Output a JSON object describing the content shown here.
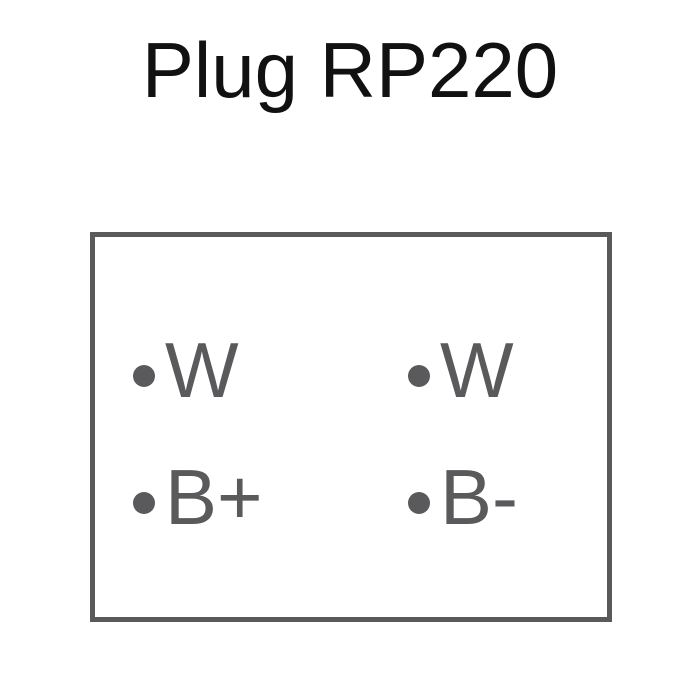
{
  "title": "Plug RP220",
  "pins": [
    {
      "label": "W"
    },
    {
      "label": "W"
    },
    {
      "label": "B+"
    },
    {
      "label": "B-"
    }
  ],
  "colors": {
    "title": "#111111",
    "outline": "#5a5a5c",
    "pin": "#5a5a5c",
    "background": "#ffffff"
  }
}
